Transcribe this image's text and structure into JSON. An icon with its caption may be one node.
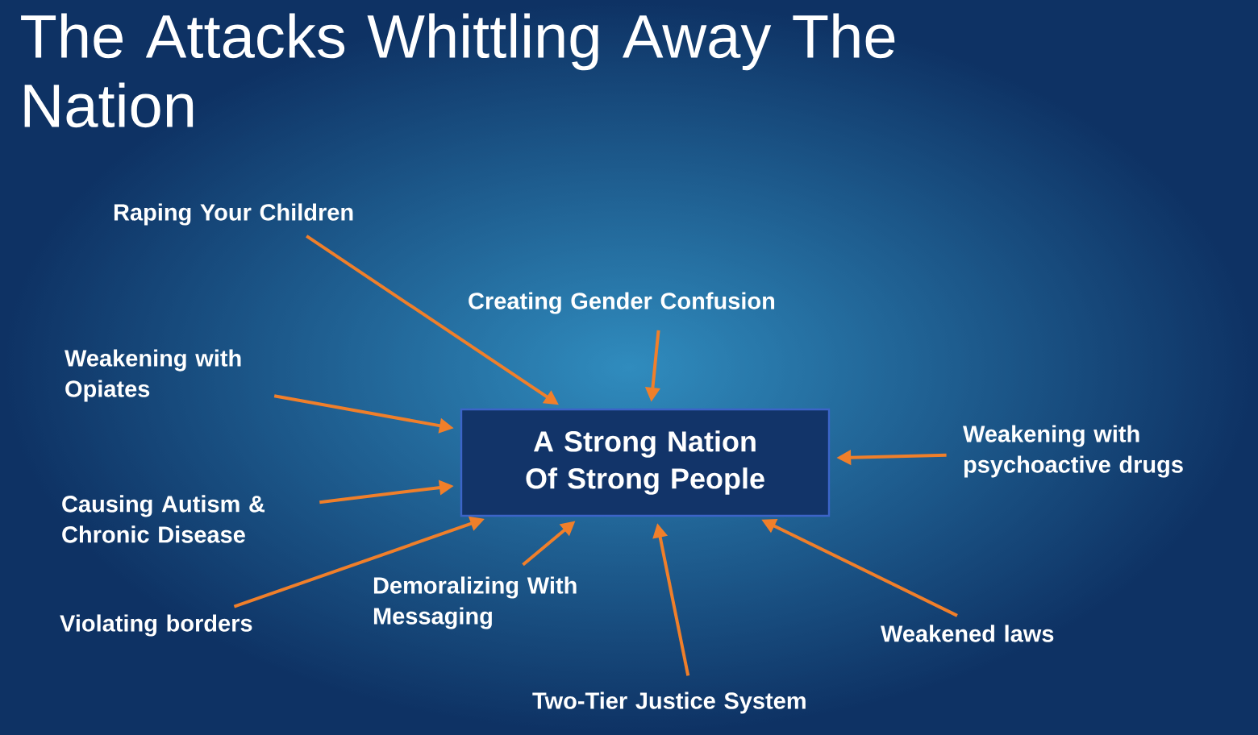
{
  "diagram": {
    "title": "The Attacks Whittling Away The Nation",
    "nodes": [
      {
        "text": [
          "A Strong Nation Of Strong People"
        ]
      },
      {
        "text": [
          "Raping Your Children"
        ]
      },
      {
        "text": [
          "Creating Gender Confusion"
        ]
      },
      {
        "text": [
          "Weakening with Opiates"
        ]
      },
      {
        "text": [
          "Weakening  with psychoactive drugs"
        ]
      },
      {
        "text": [
          "Causing Autism & Chronic Disease"
        ]
      },
      {
        "text": [
          "Violating borders"
        ]
      },
      {
        "text": [
          "Demoralizing With Messaging"
        ]
      },
      {
        "text": [
          "Weakened laws"
        ]
      },
      {
        "text": [
          "Two-Tier Justice System"
        ]
      }
    ],
    "edges": [
      {
        "from": 1,
        "to": 0,
        "arrow": "to"
      },
      {
        "from": 2,
        "to": 0,
        "arrow": "to"
      },
      {
        "from": 3,
        "to": 0,
        "arrow": "to"
      },
      {
        "from": 4,
        "to": 0,
        "arrow": "to"
      },
      {
        "from": 5,
        "to": 0,
        "arrow": "to"
      },
      {
        "from": 6,
        "to": 0,
        "arrow": "to"
      },
      {
        "from": 7,
        "to": 0,
        "arrow": "to"
      },
      {
        "from": 8,
        "to": 0,
        "arrow": "to"
      },
      {
        "from": 9,
        "to": 0,
        "arrow": "to"
      }
    ]
  }
}
